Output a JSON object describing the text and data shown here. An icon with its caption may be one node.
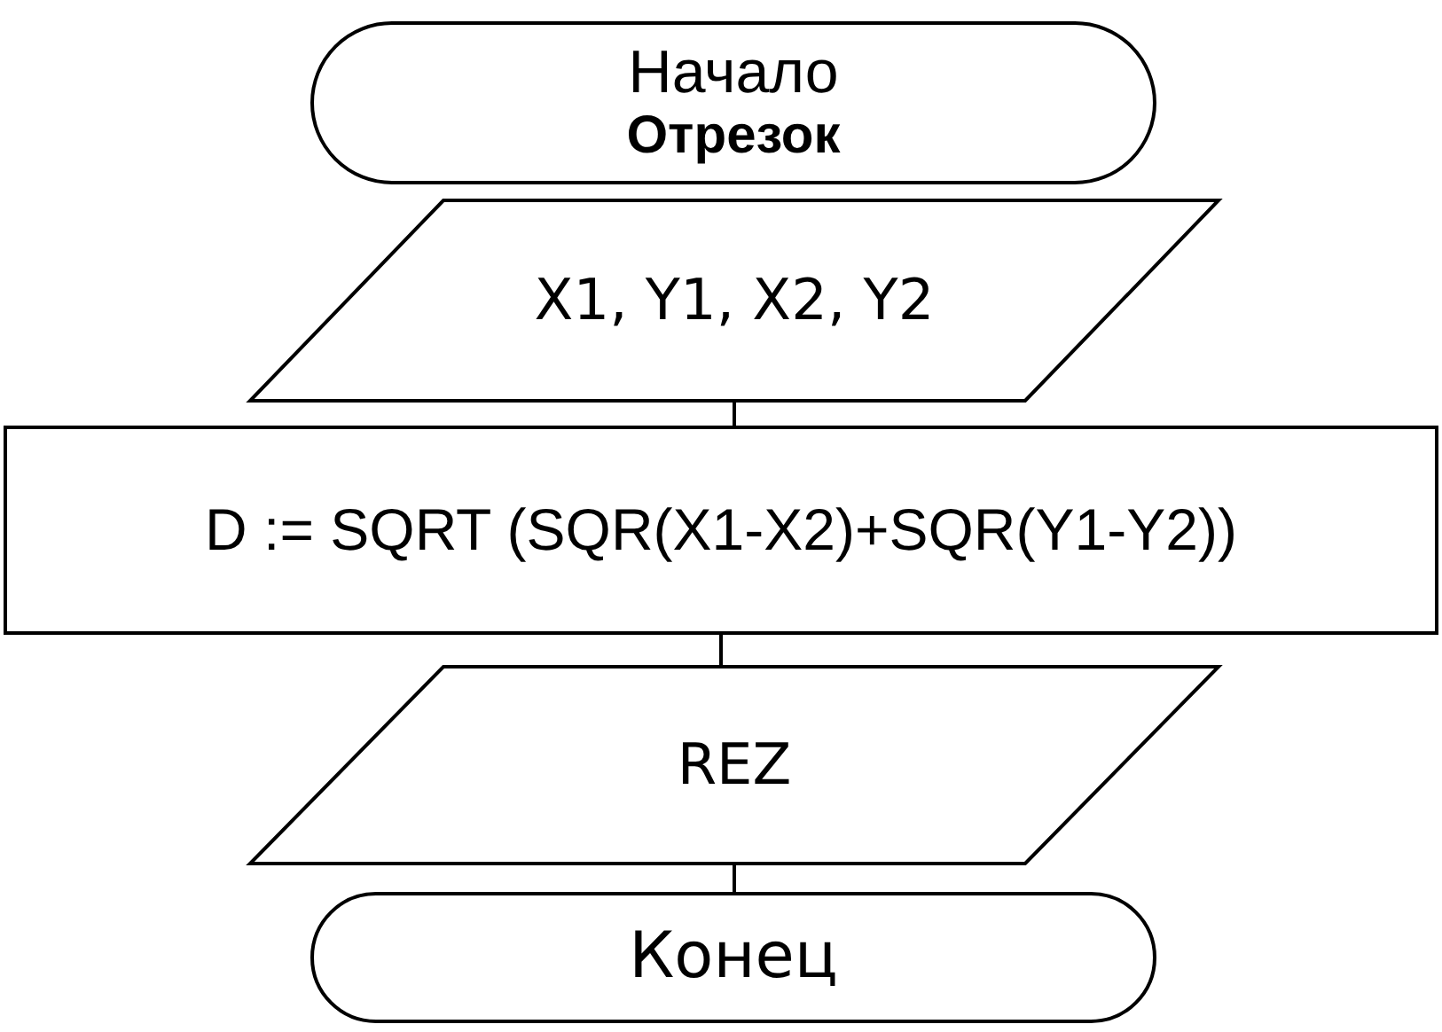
{
  "diagram": {
    "nodes": [
      {
        "text": [
          "Начало",
          "Отрезок"
        ]
      },
      {
        "text": [
          "X1, Y1, X2, Y2"
        ]
      },
      {
        "text": [
          "D := SQRT (SQR(X1-X2)+SQR(Y1-Y2))"
        ]
      },
      {
        "text": [
          "REZ"
        ]
      },
      {
        "text": [
          "Конец"
        ]
      }
    ],
    "edges": [
      {
        "from": 1,
        "to": 2,
        "arrow": "none"
      },
      {
        "from": 2,
        "to": 3,
        "arrow": "none"
      },
      {
        "from": 3,
        "to": 4,
        "arrow": "none"
      }
    ]
  }
}
